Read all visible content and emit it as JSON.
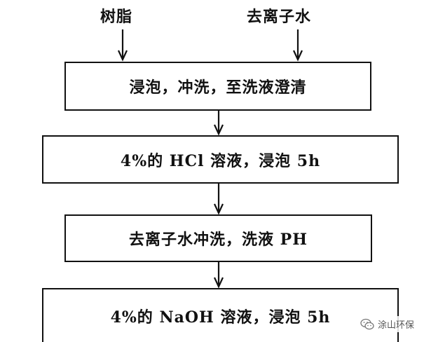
{
  "inputs": {
    "resin": "树脂",
    "deionized_water": "去离子水"
  },
  "steps": [
    {
      "text": "浸泡，冲洗，至洗液澄清"
    },
    {
      "text": "4%的 HCl 溶液，浸泡 5h"
    },
    {
      "text": "去离子水冲洗，洗液 PH"
    },
    {
      "text": "4%的 NaOH 溶液，浸泡 5h"
    }
  ],
  "watermark": {
    "text": "涂山环保",
    "icon": "wechat-icon"
  }
}
